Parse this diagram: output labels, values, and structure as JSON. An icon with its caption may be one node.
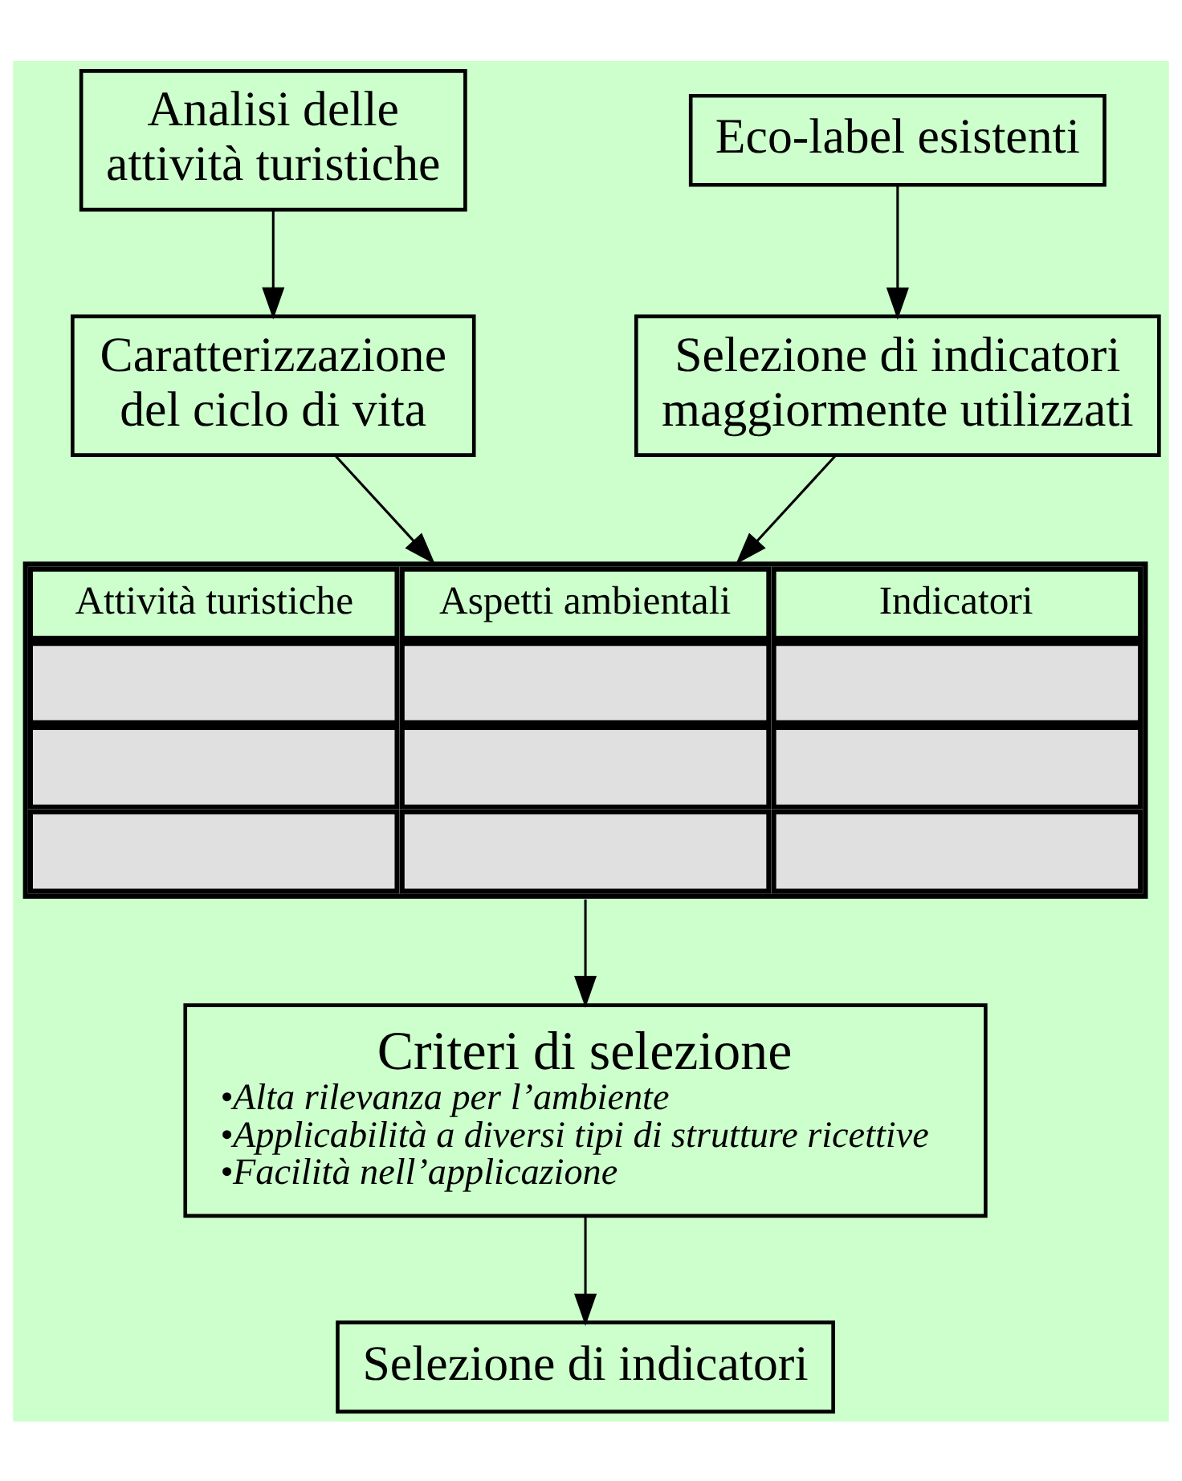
{
  "diagram": {
    "nodes": [
      {
        "text": [
          "Analisi delle attività turistiche"
        ]
      },
      {
        "text": [
          "Eco-label esistenti"
        ]
      },
      {
        "text": [
          "Caratterizzazione del ciclo di vita"
        ]
      },
      {
        "text": [
          "Selezione di indicatori maggiormente utilizzati"
        ]
      },
      {
        "text": [
          "Attività turistiche",
          "Aspetti ambientali",
          "Indicatori"
        ]
      },
      {
        "text": [
          "Criteri di selezione",
          "•Alta rilevanza per l’ambiente",
          "•Applicabilità a diversi tipi di strutture ricettive",
          "•Facilità nell’applicazione"
        ]
      },
      {
        "text": [
          "Selezione di indicatori"
        ]
      }
    ],
    "edges": [
      {
        "from": 0,
        "to": 2,
        "arrow": "to"
      },
      {
        "from": 1,
        "to": 3,
        "arrow": "to"
      },
      {
        "from": 2,
        "to": 4,
        "arrow": "to"
      },
      {
        "from": 3,
        "to": 4,
        "arrow": "to"
      },
      {
        "from": 4,
        "to": 5,
        "arrow": "to"
      },
      {
        "from": 5,
        "to": 6,
        "arrow": "to"
      }
    ]
  }
}
